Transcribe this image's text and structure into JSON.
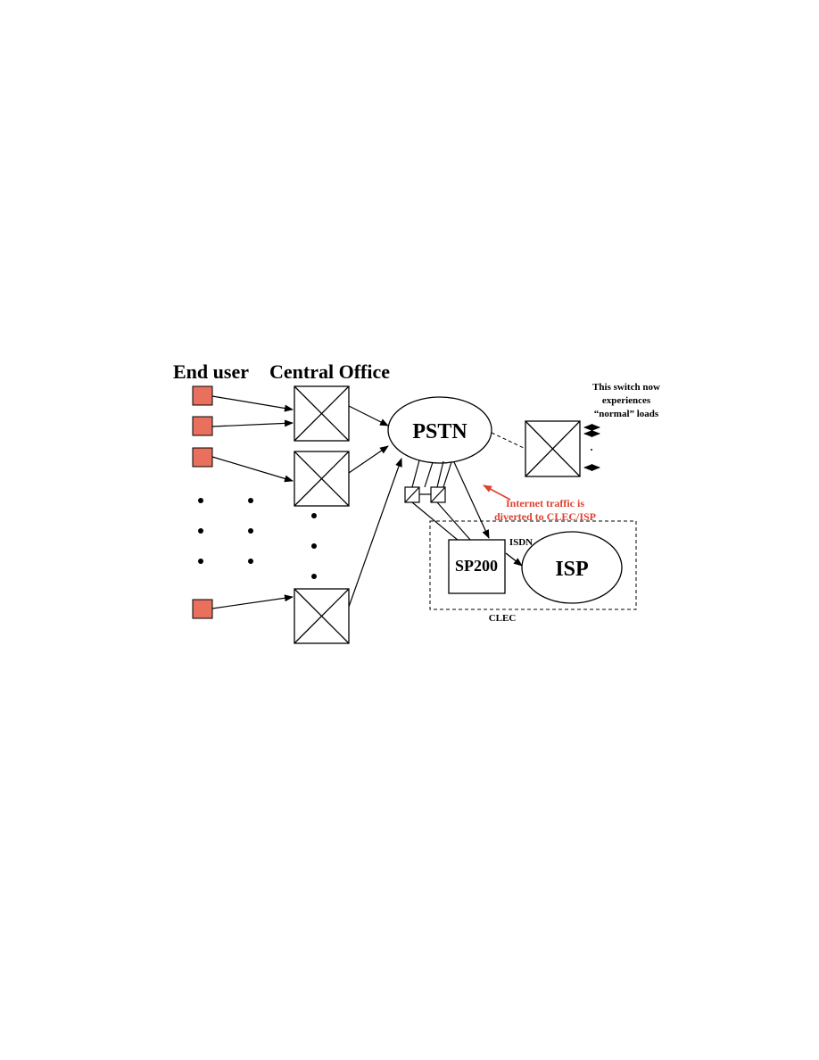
{
  "headers": {
    "end_user": "End user",
    "central_office": "Central Office"
  },
  "nodes": {
    "pstn": "PSTN",
    "sp200": "SP200",
    "isp": "ISP",
    "clec": "CLEC",
    "isdn": "ISDN"
  },
  "annotations": {
    "switch_note": [
      "This switch now",
      "experiences",
      "“normal” loads"
    ],
    "traffic_note": [
      "Internet traffic is",
      "diverted to CLEC/ISP"
    ]
  },
  "colors": {
    "end_user_fill": "#e8705c",
    "traffic_note": "#e04030",
    "stroke": "#000000"
  }
}
